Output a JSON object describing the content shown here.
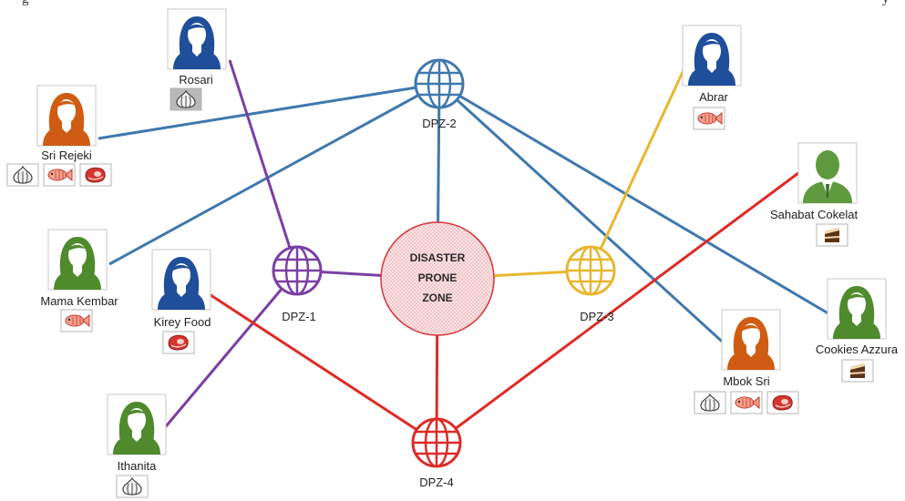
{
  "top_text": {
    "left": "g",
    "right": "y"
  },
  "zone": {
    "lines": [
      "DISASTER",
      "PRONE",
      "ZONE"
    ]
  },
  "hubs": [
    {
      "id": "dpz1",
      "label": "DPZ-1",
      "color": "#7a3fa5"
    },
    {
      "id": "dpz2",
      "label": "DPZ-2",
      "color": "#3f78ad"
    },
    {
      "id": "dpz3",
      "label": "DPZ-3",
      "color": "#e8b730"
    },
    {
      "id": "dpz4",
      "label": "DPZ-4",
      "color": "#dd2b27"
    }
  ],
  "actors": [
    {
      "id": "rosari",
      "name": "Rosari",
      "gender": "female",
      "color": "#1f4e9a",
      "goods": [
        "garlic"
      ],
      "goods_bg": "#b9b9b9"
    },
    {
      "id": "sri-rejeki",
      "name": "Sri Rejeki",
      "gender": "female",
      "color": "#cf5c12",
      "goods": [
        "garlic",
        "fish",
        "meat"
      ]
    },
    {
      "id": "mama-kembar",
      "name": "Mama Kembar",
      "gender": "female",
      "color": "#4f8a2c",
      "goods": [
        "fish"
      ]
    },
    {
      "id": "kirey-food",
      "name": "Kirey Food",
      "gender": "female",
      "color": "#1f4e9a",
      "goods": [
        "meat"
      ]
    },
    {
      "id": "ithanita",
      "name": "Ithanita",
      "gender": "female",
      "color": "#4f8a2c",
      "goods": [
        "garlic"
      ]
    },
    {
      "id": "abrar",
      "name": "Abrar",
      "gender": "female",
      "color": "#1f4e9a",
      "goods": [
        "fish"
      ]
    },
    {
      "id": "sahabat-cokelat",
      "name": "Sahabat Cokelat",
      "gender": "male",
      "color": "#5f9a3e",
      "goods": [
        "cake"
      ]
    },
    {
      "id": "cookies-azzura",
      "name": "Cookies Azzura",
      "gender": "female",
      "color": "#4f8a2c",
      "goods": [
        "cake"
      ]
    },
    {
      "id": "mbok-sri",
      "name": "Mbok Sri",
      "gender": "female",
      "color": "#cf5c12",
      "goods": [
        "garlic",
        "fish",
        "meat"
      ]
    }
  ],
  "links": [
    {
      "from": "dpz2",
      "to": "sri-rejeki",
      "color": "#3f78ad"
    },
    {
      "from": "dpz2",
      "to": "mama-kembar",
      "color": "#3f78ad"
    },
    {
      "from": "dpz2",
      "to": "zone",
      "color": "#3f78ad"
    },
    {
      "from": "dpz2",
      "to": "mbok-sri",
      "color": "#3f78ad"
    },
    {
      "from": "dpz2",
      "to": "cookies-azzura",
      "color": "#3f78ad"
    },
    {
      "from": "dpz1",
      "to": "rosari",
      "color": "#7a3fa5"
    },
    {
      "from": "dpz1",
      "to": "ithanita",
      "color": "#7a3fa5"
    },
    {
      "from": "dpz1",
      "to": "zone",
      "color": "#7a3fa5"
    },
    {
      "from": "dpz3",
      "to": "zone",
      "color": "#e8b730"
    },
    {
      "from": "dpz3",
      "to": "abrar",
      "color": "#e8b730"
    },
    {
      "from": "dpz4",
      "to": "zone",
      "color": "#dd2b27"
    },
    {
      "from": "dpz4",
      "to": "kirey-food",
      "color": "#dd2b27"
    },
    {
      "from": "dpz4",
      "to": "sahabat-cokelat",
      "color": "#dd2b27"
    }
  ],
  "icons": {
    "female": "woman-avatar-icon",
    "male": "man-avatar-icon",
    "garlic": "garlic-icon",
    "fish": "fish-icon",
    "meat": "meat-icon",
    "cake": "cake-icon",
    "hub": "globe-icon"
  },
  "colors": {
    "zone_fill": "#fbe3e5",
    "zone_stroke": "#d9343a"
  }
}
